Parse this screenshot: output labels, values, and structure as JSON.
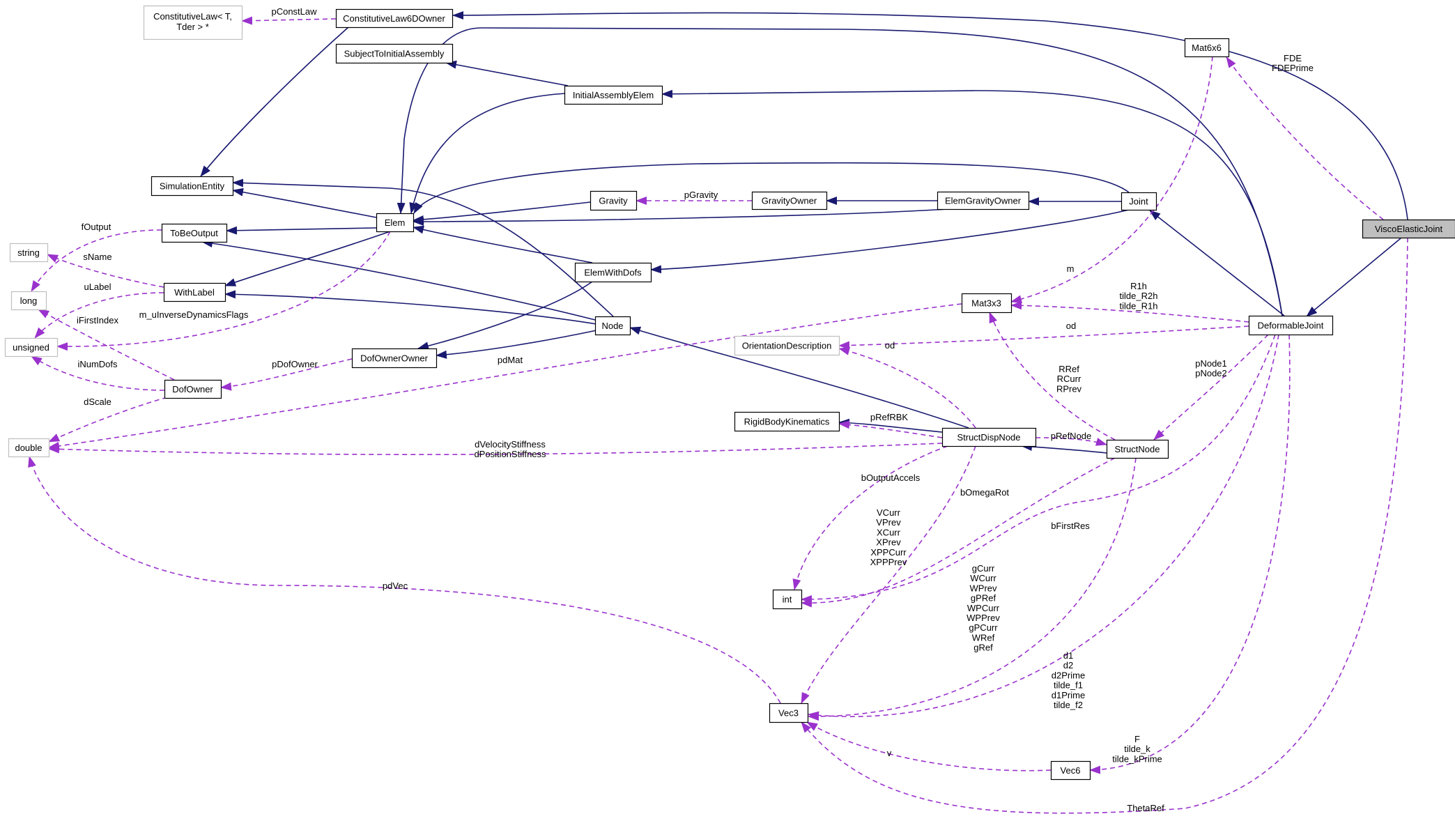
{
  "colors": {
    "inherit": "#191970",
    "usage": "#9a32cd",
    "node_border": "#000000",
    "node_border_external": "#bfbfbf",
    "highlight_fill": "#bfbfbf",
    "text": "#000000"
  },
  "nodes": {
    "viscoelasticjoint": "ViscoElasticJoint",
    "deformablejoint": "DeformableJoint",
    "joint": "Joint",
    "mat6x6": "Mat6x6",
    "mat3x3": "Mat3x3",
    "vec3": "Vec3",
    "vec6": "Vec6",
    "int": "int",
    "double": "double",
    "long": "long",
    "unsigned": "unsigned",
    "string": "string",
    "constitutivelaw": "ConstitutiveLaw< T, Tder > *",
    "constitutivelaw6downer": "ConstitutiveLaw6DOwner",
    "subjecttoinitialassembly": "SubjectToInitialAssembly",
    "initialassemblyelem": "InitialAssemblyElem",
    "simulationentity": "SimulationEntity",
    "tobeoutput": "ToBeOutput",
    "withlabel": "WithLabel",
    "elem": "Elem",
    "gravity": "Gravity",
    "gravityowner": "GravityOwner",
    "elemgravityowner": "ElemGravityOwner",
    "elemwithdofs": "ElemWithDofs",
    "node": "Node",
    "dofownerowner": "DofOwnerOwner",
    "dofowner": "DofOwner",
    "orientationdescription": "OrientationDescription",
    "rigidbodykinematics": "RigidBodyKinematics",
    "structdispnode": "StructDispNode",
    "structnode": "StructNode"
  },
  "labels": {
    "pconstlaw": [
      "pConstLaw"
    ],
    "fde": [
      "FDE",
      "FDEPrime"
    ],
    "pgravity": [
      "pGravity"
    ],
    "m": [
      "m"
    ],
    "r1h": [
      "R1h",
      "tilde_R2h",
      "tilde_R1h"
    ],
    "od1": [
      "od"
    ],
    "od2": [
      "od"
    ],
    "pnode": [
      "pNode1",
      "pNode2"
    ],
    "rref": [
      "RRef",
      "RCurr",
      "RPrev"
    ],
    "prefrbk": [
      "pRefRBK"
    ],
    "prefnode": [
      "pRefNode"
    ],
    "foutput": [
      "fOutput"
    ],
    "sname": [
      "sName"
    ],
    "ulabel": [
      "uLabel"
    ],
    "muinv": [
      "m_uInverseDynamicsFlags"
    ],
    "ifirstindex": [
      "iFirstIndex"
    ],
    "inumdofs": [
      "iNumDofs"
    ],
    "pdofowner": [
      "pDofOwner"
    ],
    "pdmat": [
      "pdMat"
    ],
    "dscale": [
      "dScale"
    ],
    "dstiff": [
      "dVelocityStiffness",
      "dPositionStiffness"
    ],
    "boutputaccels": [
      "bOutputAccels"
    ],
    "bomegarot": [
      "bOmegaRot"
    ],
    "vcurr": [
      "VCurr",
      "VPrev",
      "XCurr",
      "XPrev",
      "XPPCurr",
      "XPPPrev"
    ],
    "bfirstres": [
      "bFirstRes"
    ],
    "pdvec": [
      "pdVec"
    ],
    "gcurr": [
      "gCurr",
      "WCurr",
      "WPrev",
      "gPRef",
      "WPCurr",
      "WPPrev",
      "gPCurr",
      "WRef",
      "gRef"
    ],
    "d1": [
      "d1",
      "d2",
      "d2Prime",
      "tilde_f1",
      "d1Prime",
      "tilde_f2"
    ],
    "f": [
      "F",
      "tilde_k",
      "tilde_kPrime"
    ],
    "v": [
      "v"
    ],
    "thetaref": [
      "ThetaRef"
    ]
  }
}
